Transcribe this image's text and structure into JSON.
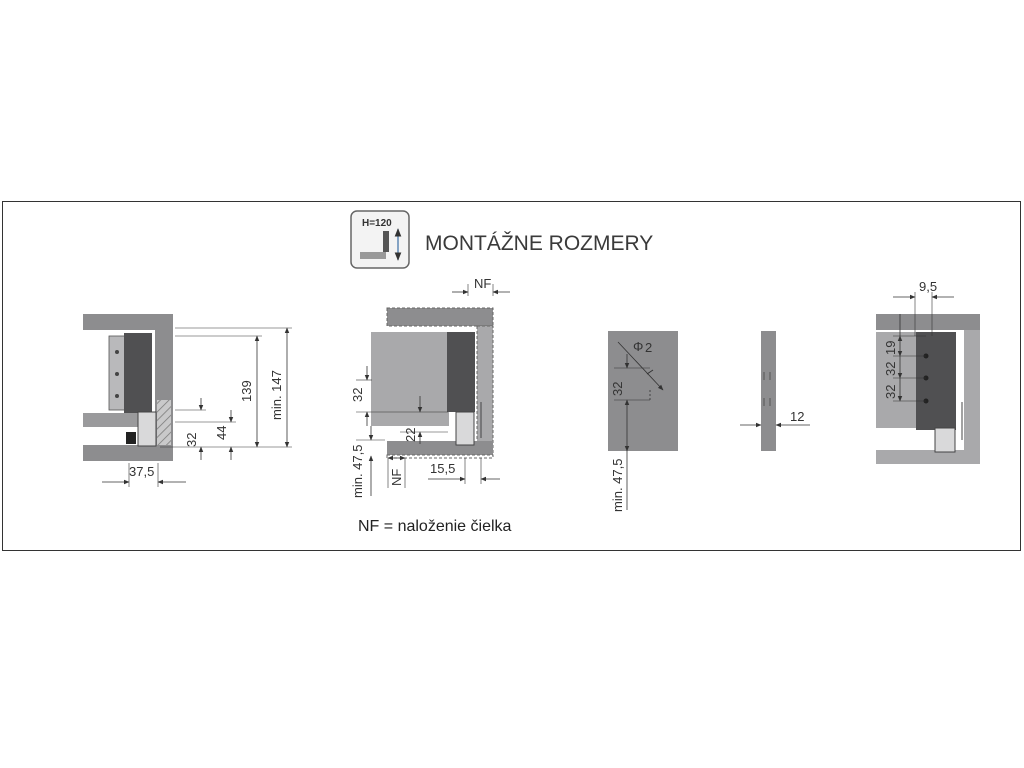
{
  "header": {
    "badge_label": "H=120",
    "title": "MONTÁŽNE ROZMERY"
  },
  "note": "NF = naloženie čielka",
  "view1": {
    "dim_width": "37,5",
    "dim_32": "32",
    "dim_44": "44",
    "dim_139": "139",
    "dim_min147": "min. 147"
  },
  "view2": {
    "dim_nf_top": "NF",
    "dim_32": "32",
    "dim_22": "22",
    "dim_min475": "min. 47,5",
    "dim_nf_bottom": "NF",
    "dim_155": "15,5"
  },
  "view3": {
    "dim_phi": "Φ",
    "dim_phi_val": "2",
    "dim_32": "32",
    "dim_min475": "min. 47,5"
  },
  "view4": {
    "dim_12": "12"
  },
  "view5": {
    "dim_95": "9,5",
    "dim_19": "19",
    "dim_32a": "32",
    "dim_32b": "32"
  },
  "colors": {
    "panel": "#8d8d8f",
    "panel_light": "#a9a9ab",
    "drawer_dark": "#505052",
    "line": "#333333"
  }
}
